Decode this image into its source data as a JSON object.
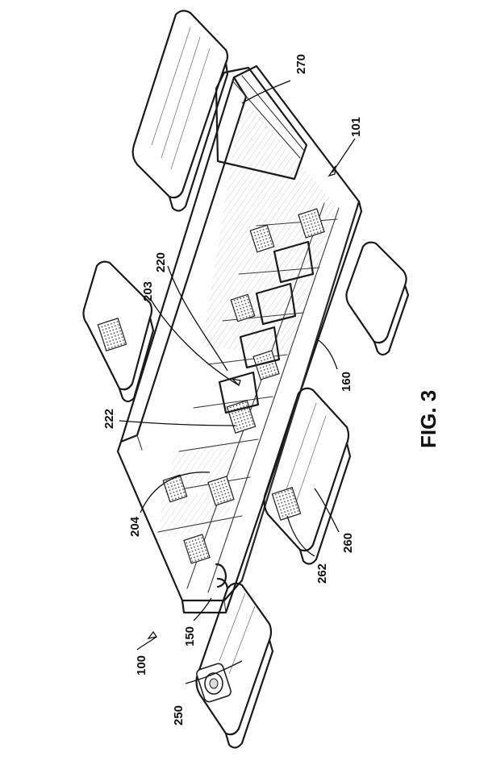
{
  "figure": {
    "caption": "FIG. 3",
    "labels": {
      "l100": "100",
      "l101": "101",
      "l150": "150",
      "l160": "160",
      "l203": "203",
      "l204": "204",
      "l220": "220",
      "l222": "222",
      "l250": "250",
      "l260": "260",
      "l262": "262",
      "l270": "270"
    }
  }
}
